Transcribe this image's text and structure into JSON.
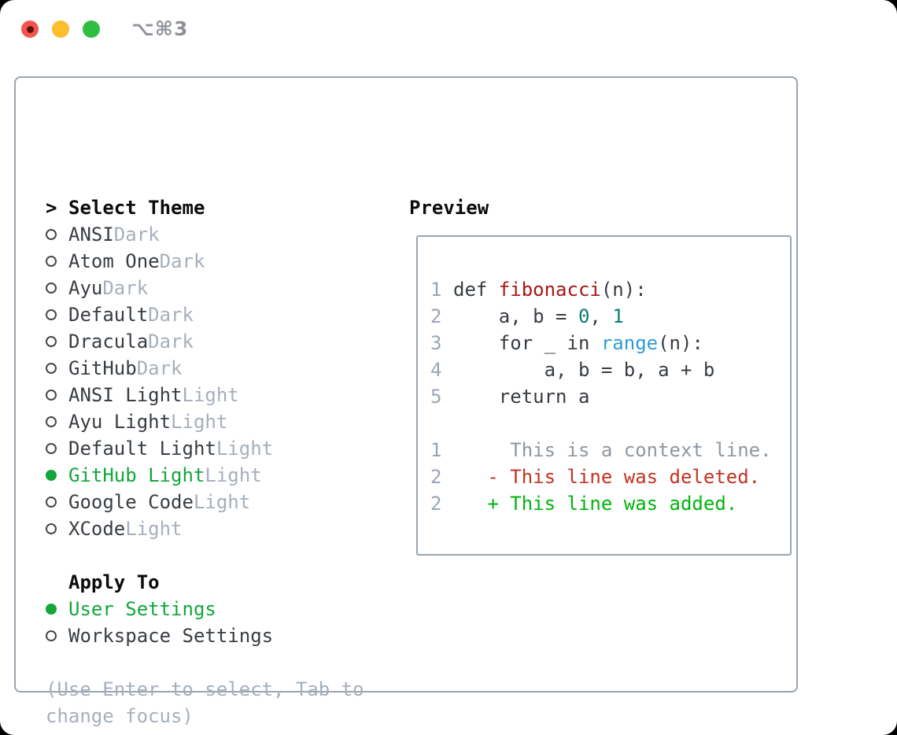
{
  "titlebar": {
    "shortcut_label": "⌥⌘3"
  },
  "theme_picker": {
    "prompt_char": ">",
    "header": "Select Theme",
    "themes": [
      {
        "name": "ANSI",
        "variant": "Dark",
        "selected": false
      },
      {
        "name": "Atom One",
        "variant": "Dark",
        "selected": false
      },
      {
        "name": "Ayu",
        "variant": "Dark",
        "selected": false
      },
      {
        "name": "Default",
        "variant": "Dark",
        "selected": false
      },
      {
        "name": "Dracula",
        "variant": "Dark",
        "selected": false
      },
      {
        "name": "GitHub",
        "variant": "Dark",
        "selected": false
      },
      {
        "name": "ANSI Light",
        "variant": "Light",
        "selected": false
      },
      {
        "name": "Ayu Light",
        "variant": "Light",
        "selected": false
      },
      {
        "name": "Default Light",
        "variant": "Light",
        "selected": false
      },
      {
        "name": "GitHub Light",
        "variant": "Light",
        "selected": true
      },
      {
        "name": "Google Code",
        "variant": "Light",
        "selected": false
      },
      {
        "name": "XCode",
        "variant": "Light",
        "selected": false
      }
    ],
    "apply_to_header": "Apply To",
    "apply_to_options": [
      {
        "label": "User Settings",
        "selected": true
      },
      {
        "label": "Workspace Settings",
        "selected": false
      }
    ],
    "hint_lines": [
      "(Use Enter to select, Tab to",
      "change focus)"
    ]
  },
  "preview": {
    "title": "Preview",
    "code_lines": [
      {
        "num": "1",
        "segs": [
          {
            "t": "def ",
            "c": "plain"
          },
          {
            "t": "fibonacci",
            "c": "func"
          },
          {
            "t": "(n):",
            "c": "plain"
          }
        ]
      },
      {
        "num": "2",
        "segs": [
          {
            "t": "    a, b = ",
            "c": "plain"
          },
          {
            "t": "0",
            "c": "number"
          },
          {
            "t": ", ",
            "c": "plain"
          },
          {
            "t": "1",
            "c": "number"
          }
        ]
      },
      {
        "num": "3",
        "segs": [
          {
            "t": "    for _ in ",
            "c": "plain"
          },
          {
            "t": "range",
            "c": "builtin"
          },
          {
            "t": "(n):",
            "c": "plain"
          }
        ]
      },
      {
        "num": "4",
        "segs": [
          {
            "t": "        a, b = b, a + b",
            "c": "plain"
          }
        ]
      },
      {
        "num": "5",
        "segs": [
          {
            "t": "    return a",
            "c": "plain"
          }
        ]
      },
      {
        "num": "",
        "segs": []
      },
      {
        "num": "1",
        "segs": [
          {
            "t": "     This is a context line.",
            "c": "context"
          }
        ]
      },
      {
        "num": "2",
        "segs": [
          {
            "t": "   - This line was deleted.",
            "c": "deleted"
          }
        ]
      },
      {
        "num": "2",
        "segs": [
          {
            "t": "   + This line was added.",
            "c": "added"
          }
        ]
      }
    ]
  },
  "colors": {
    "accent_green": "#12a63c",
    "text_black": "#0b0b0b",
    "text_primary": "#383d42",
    "text_muted": "#a6afba",
    "border_gray": "#9aa4b0",
    "line_number": "#9aa5b3",
    "code_plain": "#383d42",
    "code_function_red": "#a81717",
    "code_number_teal": "#0e7c74",
    "code_builtin_blue": "#2f9cd7",
    "diff_context_gray": "#8e979f",
    "diff_deleted_red": "#c23321",
    "diff_added_green": "#00b50c",
    "traffic_red": "#f4544e",
    "traffic_red_dot": "#5e100a",
    "traffic_yellow": "#fcbd2f",
    "traffic_green": "#2fbe41"
  }
}
